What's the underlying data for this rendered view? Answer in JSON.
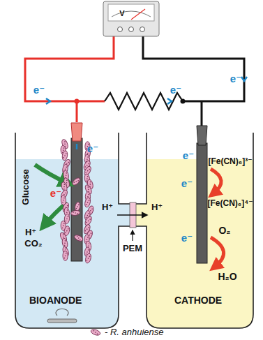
{
  "diagram": {
    "nodes": [
      {
        "text": [
          "BIOANODE"
        ]
      },
      {
        "text": [
          "CATHODE"
        ]
      }
    ],
    "labels": [
      "V",
      "e⁻",
      "e⁻",
      "e⁻",
      "e⁻",
      "e⁻",
      "e⁻",
      "e⁻",
      "e⁻",
      "Glucose",
      "H⁺",
      "CO₂",
      "[Fe(CN)₆]³⁻",
      "[Fe(CN)₆]⁴⁻",
      "O₂",
      "H₂O",
      "H⁺",
      "H⁺",
      "PEM"
    ],
    "legend": [
      {
        "text": "- R. anhuiense"
      }
    ]
  }
}
